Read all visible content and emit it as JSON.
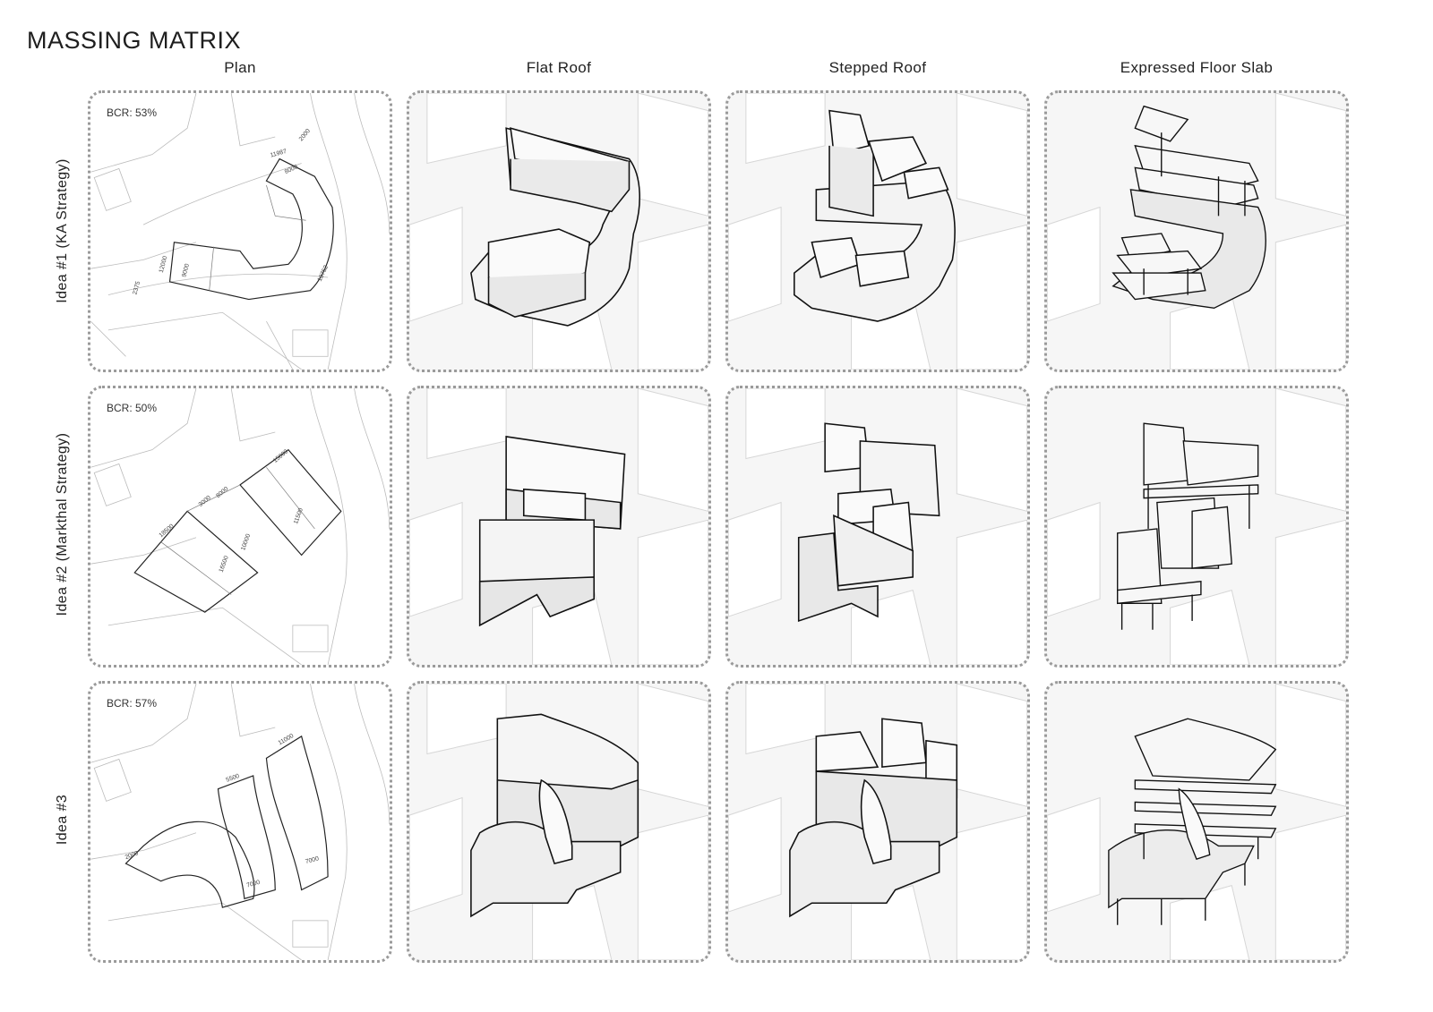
{
  "title": "MASSING MATRIX",
  "columns": [
    "Plan",
    "Flat Roof",
    "Stepped Roof",
    "Expressed Floor Slab"
  ],
  "rows": [
    {
      "label": "Idea #1 (KA Strategy)",
      "bcr": "BCR: 53%",
      "dims": [
        "11987",
        "2000",
        "8000",
        "12000",
        "9000",
        "2375",
        "13752"
      ]
    },
    {
      "label": "Idea #2 (Markthal Strategy)",
      "bcr": "BCR: 50%",
      "dims": [
        "15000",
        "3000",
        "8000",
        "11500",
        "16500",
        "10000",
        "18500"
      ]
    },
    {
      "label": "Idea #3",
      "bcr": "BCR: 57%",
      "dims": [
        "11000",
        "5500",
        "7000",
        "2000",
        "7000"
      ]
    }
  ]
}
